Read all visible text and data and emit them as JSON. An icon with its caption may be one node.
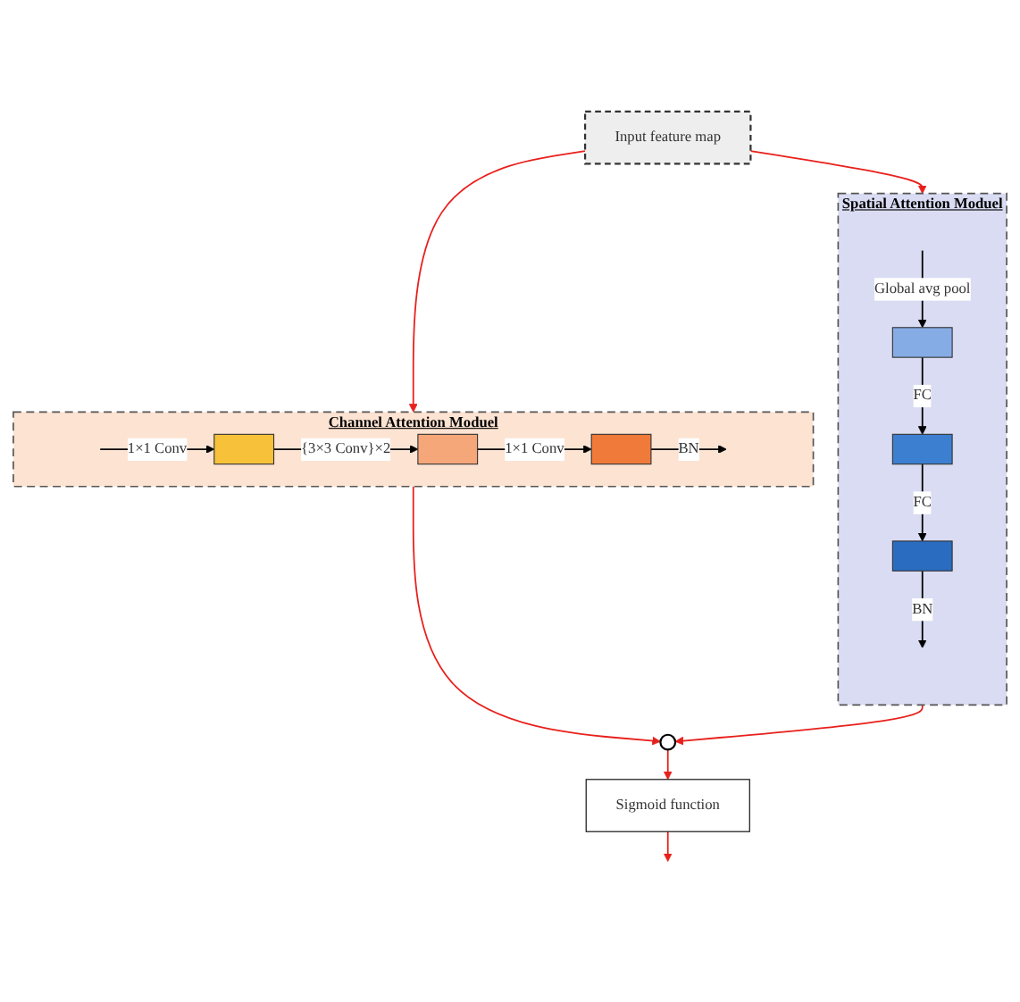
{
  "diagram": {
    "nodes": [
      {
        "text": [
          "Input feature map"
        ]
      },
      {
        "text": [
          "Channel Attention Moduel"
        ]
      },
      {
        "text": [],
        "shape": "box",
        "in": 1
      },
      {
        "text": [],
        "shape": "box",
        "in": 1
      },
      {
        "text": [],
        "shape": "box",
        "in": 1
      },
      {
        "text": [
          "Spatial Attention Moduel"
        ]
      },
      {
        "text": [],
        "shape": "box",
        "in": 5
      },
      {
        "text": [],
        "shape": "box",
        "in": 5
      },
      {
        "text": [],
        "shape": "box",
        "in": 5
      },
      {
        "text": [],
        "shape": "circle"
      },
      {
        "text": [
          "Sigmoid function"
        ]
      }
    ],
    "edges": [
      {
        "from": null,
        "to": 2,
        "arrow": "to",
        "label": "1×1 Conv"
      },
      {
        "from": 2,
        "to": 3,
        "arrow": "to",
        "label": "{3×3 Conv}×2"
      },
      {
        "from": 3,
        "to": 4,
        "arrow": "to",
        "label": "1×1 Conv"
      },
      {
        "from": 4,
        "to": null,
        "arrow": "to",
        "label": "BN"
      },
      {
        "from": null,
        "to": 6,
        "arrow": "to",
        "label": "Global avg pool"
      },
      {
        "from": 6,
        "to": 7,
        "arrow": "to",
        "label": "FC"
      },
      {
        "from": 7,
        "to": 8,
        "arrow": "to",
        "label": "FC"
      },
      {
        "from": 8,
        "to": null,
        "arrow": "to",
        "label": "BN"
      },
      {
        "from": 0,
        "to": 1,
        "arrow": "to",
        "color": "#e8201c"
      },
      {
        "from": 0,
        "to": 5,
        "arrow": "to",
        "color": "#e8201c"
      },
      {
        "from": 1,
        "to": 9,
        "arrow": "to",
        "color": "#e8201c"
      },
      {
        "from": 5,
        "to": 9,
        "arrow": "to",
        "color": "#e8201c"
      },
      {
        "from": 9,
        "to": 10,
        "arrow": "to",
        "color": "#e8201c"
      },
      {
        "from": 10,
        "to": null,
        "arrow": "to",
        "color": "#e8201c"
      }
    ]
  }
}
